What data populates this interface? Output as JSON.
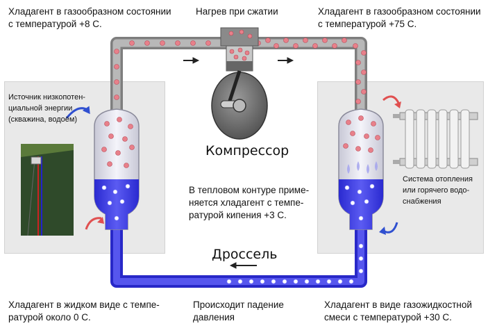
{
  "labels": {
    "top_left_line1": "Хладагент в газообразном состоянии",
    "top_left_line2": "с температурой +8 С.",
    "top_center": "Нагрев при сжатии",
    "top_right_line1": "Хладагент в газообразном состоянии",
    "top_right_line2": "с температурой +75 С.",
    "source_line1": "Источник низкопотен-",
    "source_line2": "циальной энергии",
    "source_line3": "(скважина, водоём)",
    "compressor": "Компрессор",
    "center_line1": "В тепловом контуре приме-",
    "center_line2": "няется хладагент с темпе-",
    "center_line3": "ратурой кипения +3 С.",
    "heating_line1": "Система отопления",
    "heating_line2": "или горячего водо-",
    "heating_line3": "снабжения",
    "throttle": "Дроссель",
    "bottom_left_line1": "Хладагент в жидком виде с темпе-",
    "bottom_left_line2": "ратурой около 0 С.",
    "bottom_center_line1": "Происходит падение",
    "bottom_center_line2": "давления",
    "bottom_right_line1": "Хладагент в виде газожидкостной",
    "bottom_right_line2": "смеси с температурой +30 С."
  },
  "colors": {
    "gas": "#e8808a",
    "liquid": "#3a3ae0",
    "pipe": "#7e7e7e",
    "arrow_hot": "#e05050",
    "arrow_cold": "#3050d0"
  },
  "icons": [
    "compressor-icon",
    "radiator-icon",
    "well-icon",
    "evaporator-icon",
    "condenser-icon"
  ]
}
